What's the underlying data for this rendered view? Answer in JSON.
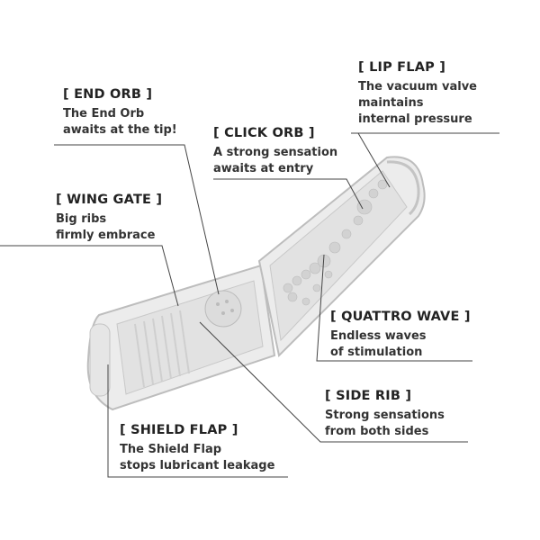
{
  "labels": {
    "lip_flap": {
      "title": "[ LIP FLAP ]",
      "lines": [
        "The vacuum valve",
        "maintains",
        "internal pressure"
      ]
    },
    "end_orb": {
      "title": "[ END ORB ]",
      "lines": [
        "The End Orb",
        "awaits at the tip!"
      ]
    },
    "click_orb": {
      "title": "[ CLICK ORB ]",
      "lines": [
        "A strong sensation",
        "awaits at entry"
      ]
    },
    "wing_gate": {
      "title": "[ WING GATE ]",
      "lines": [
        "Big ribs",
        "firmly embrace"
      ]
    },
    "quattro_wave": {
      "title": "[ QUATTRO WAVE ]",
      "lines": [
        "Endless waves",
        "of stimulation"
      ]
    },
    "side_rib": {
      "title": "[ SIDE RIB ]",
      "lines": [
        "Strong sensations",
        "from both sides"
      ]
    },
    "shield_flap": {
      "title": "[ SHIELD FLAP ]",
      "lines": [
        "The Shield Flap",
        "stops lubricant leakage"
      ]
    }
  },
  "colors": {
    "text": "#222222",
    "line": "#444444",
    "product": "#d9d9d9"
  }
}
